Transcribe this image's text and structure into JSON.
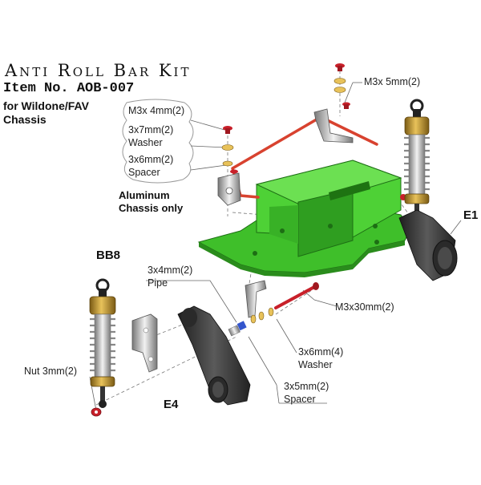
{
  "header": {
    "title": "Anti Roll Bar Kit",
    "item_no": "Item No. AOB-007",
    "fit_line1": "for Wildone/FAV",
    "fit_line2": "Chassis"
  },
  "callouts": {
    "m3x5": "M3x 5mm(2)",
    "m3x4": "M3x 4mm(2)",
    "washer_3x7_a": "3x7mm(2)",
    "washer_3x7_b": "Washer",
    "spacer_3x6_a": "3x6mm(2)",
    "spacer_3x6_b": "Spacer",
    "aluminum_a": "Aluminum",
    "aluminum_b": "Chassis only",
    "e1": "E1",
    "bb8": "BB8",
    "pipe_a": "3x4mm(2)",
    "pipe_b": "Pipe",
    "m3x30": "M3x30mm(2)",
    "washer_3x6_a": "3x6mm(4)",
    "washer_3x6_b": "Washer",
    "nut": "Nut 3mm(2)",
    "spacer_3x5_a": "3x5mm(2)",
    "spacer_3x5_b": "Spacer",
    "e4": "E4"
  },
  "colors": {
    "chassis_green": "#3fbf2a",
    "anti_roll_bar_red": "#d8422f",
    "screw_red": "#c8202a",
    "shock_gold": "#c89a2c",
    "spring_silver": "#bfc3c8",
    "arm_dark": "#3a3a3a"
  }
}
